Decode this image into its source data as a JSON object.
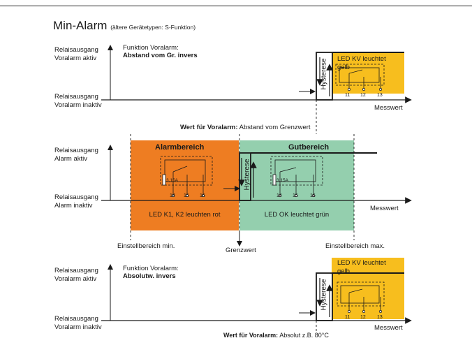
{
  "title": "Min-Alarm",
  "subtitle": "(ältere Gerätetypen: S-Funktion)",
  "panel1": {
    "y_top_label": "Relaisausgang Voralarm aktiv",
    "y_bottom_label": "Relaisausgang Voralarm inaktiv",
    "function_label": "Funktion Voralarm:",
    "function_value": "Abstand vom Gr. invers",
    "hysterese": "Hysterese",
    "led_label": "LED KV leuchtet gelb",
    "x_label": "Messwert",
    "terminals": [
      "11",
      "12",
      "13"
    ],
    "footer_bold": "Wert für Voralarm:",
    "footer_text": "Abstand vom Grenzwert"
  },
  "panel2": {
    "y_top_label": "Relaisausgang Alarm aktiv",
    "y_bottom_label": "Relaisausgang Alarm inaktiv",
    "alarm_zone": "Alarmbereich",
    "good_zone": "Gutbereich",
    "hysterese": "Hysterese",
    "fuse_label": "3,15A",
    "terminals": [
      "14",
      "15",
      "16"
    ],
    "led_alarm": "LED K1, K2 leuchten rot",
    "led_ok": "LED OK leuchtet grün",
    "x_label": "Messwert",
    "range_min": "Einstellbereich min.",
    "range_max": "Einstellbereich max.",
    "limit": "Grenzwert"
  },
  "panel3": {
    "y_top_label": "Relaisausgang Voralarm aktiv",
    "y_bottom_label": "Relaisausgang Voralarm inaktiv",
    "function_label": "Funktion Voralarm:",
    "function_value": "Absolutw. invers",
    "hysterese": "Hysterese",
    "led_label": "LED KV leuchtet gelb",
    "x_label": "Messwert",
    "terminals": [
      "11",
      "12",
      "13"
    ],
    "footer_bold": "Wert für Voralarm:",
    "footer_text": "Absolut z.B. 80°C"
  },
  "colors": {
    "alarm": "#ee7d22",
    "good": "#94cfae",
    "led_yellow": "#f7be1e",
    "line": "#1a1a1a"
  }
}
